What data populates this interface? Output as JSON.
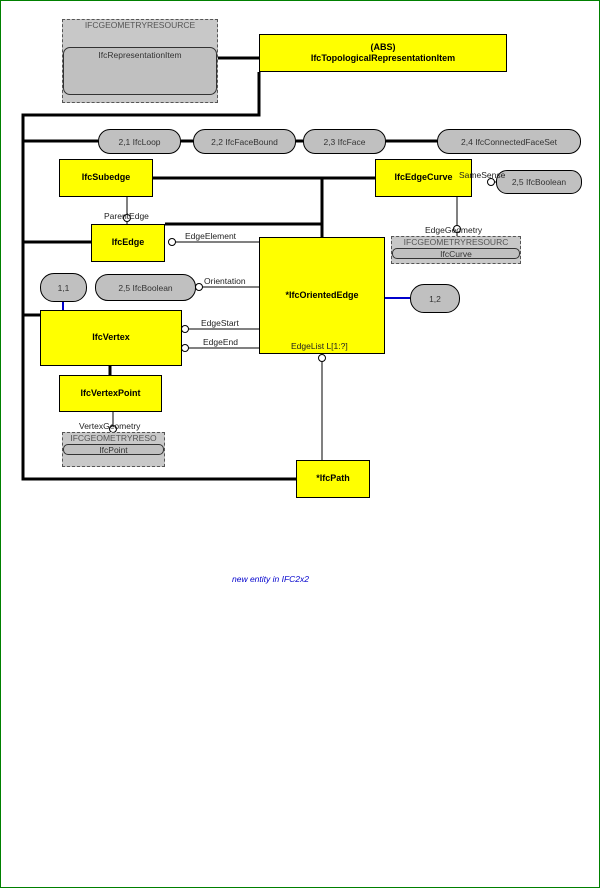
{
  "groups": {
    "geometry_resource_top": {
      "title": "IFCGEOMETRYRESOURCE",
      "item": "IfcRepresentationItem"
    },
    "geometry_resource_curve": {
      "title": "IFCGEOMETRYRESOURC",
      "item": "IfcCurve"
    },
    "geometry_resource_point": {
      "title": "IFCGEOMETRYRESO",
      "item": "IfcPoint"
    }
  },
  "entities": {
    "topological_item_abs": "(ABS)",
    "topological_item_name": "IfcTopologicalRepresentationItem",
    "subedge": "IfcSubedge",
    "edge_curve": "IfcEdgeCurve",
    "edge": "IfcEdge",
    "oriented_edge": "*IfcOrientedEdge",
    "vertex": "IfcVertex",
    "vertex_point": "IfcVertexPoint",
    "path": "*IfcPath"
  },
  "refs": {
    "loop": "2,1 IfcLoop",
    "face_bound": "2,2 IfcFaceBound",
    "face": "2,3 IfcFace",
    "connected_face_set": "2,4 IfcConnectedFaceSet",
    "boolean_same_sense": "2,5 IfcBoolean",
    "boolean_orientation": "2,5 IfcBoolean",
    "vertex_page": "1,1",
    "oriented_edge_page": "1,2"
  },
  "labels": {
    "same_sense": "SameSense",
    "parent_edge": "ParentEdge",
    "edge_geometry": "EdgeGeometry",
    "edge_element": "EdgeElement",
    "orientation": "Orientation",
    "edge_start": "EdgeStart",
    "edge_end": "EdgeEnd",
    "edge_list": "EdgeList L[1:?]",
    "vertex_geometry": "VertexGeometry"
  },
  "note": "new entity in IFC2x2",
  "colors": {
    "entity_fill": "#ffff00",
    "reference_fill": "#c0c0c0",
    "border": "#008000",
    "note": "#0000cc",
    "page_ref_line": "#0000cc"
  }
}
